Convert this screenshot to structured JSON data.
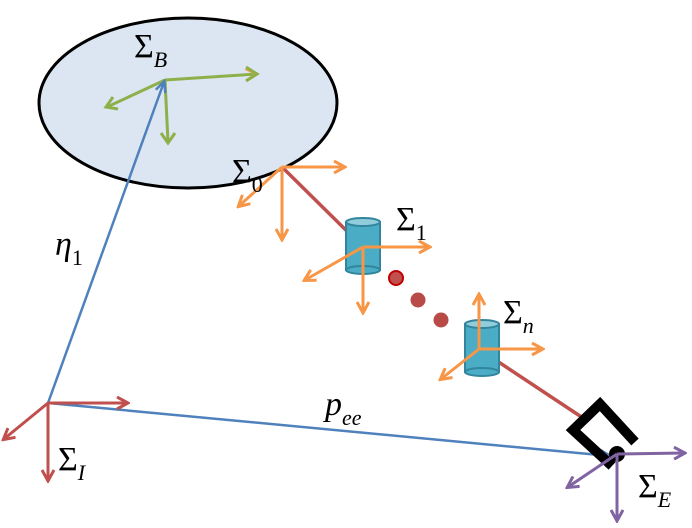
{
  "labels": {
    "body_frame": {
      "symbol": "Σ",
      "sub": "B"
    },
    "base_frame": {
      "symbol": "Σ",
      "sub": "0"
    },
    "joint1_frame": {
      "symbol": "Σ",
      "sub": "1"
    },
    "jointn_frame": {
      "symbol": "Σ",
      "sub": "n"
    },
    "inertial_frame": {
      "symbol": "Σ",
      "sub": "I"
    },
    "ee_frame": {
      "symbol": "Σ",
      "sub": "E"
    },
    "eta": {
      "symbol": "η",
      "sub": "1"
    },
    "pee": {
      "symbol": "p",
      "sub": "ee"
    }
  },
  "colors": {
    "body_fill": "#dce6f2",
    "body_frame": "#8db04a",
    "joint_frame": "#f79646",
    "link": "#c0504d",
    "vector": "#4f81bd",
    "inertial_frame": "#c0504d",
    "ee_frame": "#8064a2",
    "joint": "#4bacc6"
  }
}
